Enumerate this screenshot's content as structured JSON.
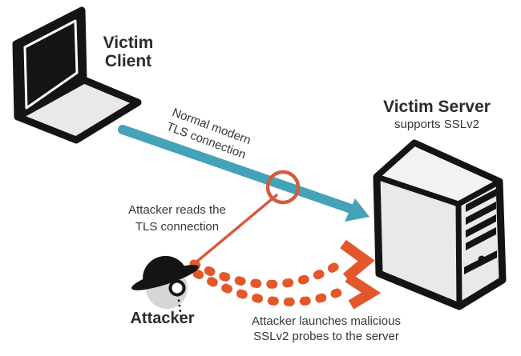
{
  "nodes": {
    "client": {
      "label": "Victim\nClient",
      "icon": "laptop-icon"
    },
    "server": {
      "label": "Victim Server",
      "sublabel": "supports SSLv2",
      "icon": "server-tower-icon"
    },
    "attacker": {
      "label": "Attacker",
      "icon": "spy-bowler-hat-monocle-icon"
    }
  },
  "connections": {
    "tls": {
      "label": "Normal modern\nTLS connection",
      "style": "solid-arrow",
      "color": "#44a2b9"
    },
    "read": {
      "label": "Attacker reads the\nTLS connection",
      "style": "tap-line-with-interception-circle",
      "color": "#d55b3e"
    },
    "probes": {
      "label": "Attacker launches malicious\nSSLv2 probes to the server",
      "style": "dashed-double-arrow",
      "color": "#e2582b"
    }
  },
  "colors": {
    "teal": "#44a2b9",
    "orange": "#e2582b",
    "orange_soft": "#d55b3e",
    "outline_black": "#141414",
    "device_gray": "#e9e9e9",
    "face_gray": "#d6d6d6",
    "text_dark": "#2b2b2b",
    "text_body": "#373737",
    "background": "#ffffff"
  }
}
